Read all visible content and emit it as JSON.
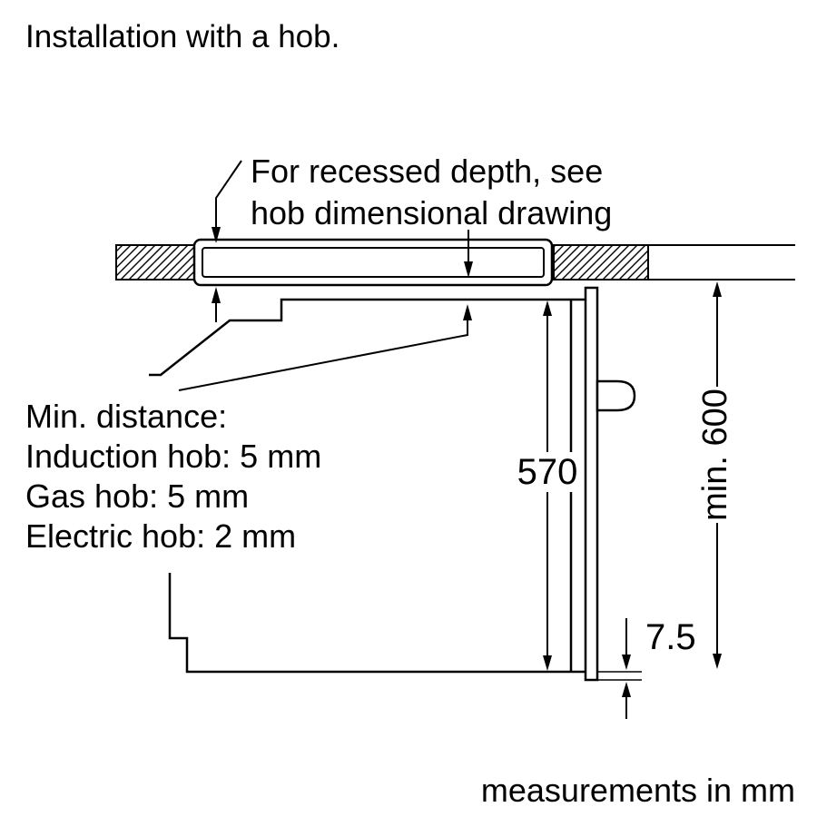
{
  "title": "Installation with a hob.",
  "annotation_recess": {
    "line1": "For recessed depth, see",
    "line2": "hob dimensional drawing"
  },
  "min_distance": {
    "title": "Min. distance:",
    "induction": "Induction hob: 5 mm",
    "gas": "Gas hob: 5 mm",
    "electric": "Electric hob: 2 mm"
  },
  "dimensions": {
    "niche_height": "570",
    "min_height": "min. 600",
    "door_overhang": "7.5"
  },
  "footer": "measurements in mm",
  "colors": {
    "line": "#000000",
    "background": "#ffffff"
  }
}
